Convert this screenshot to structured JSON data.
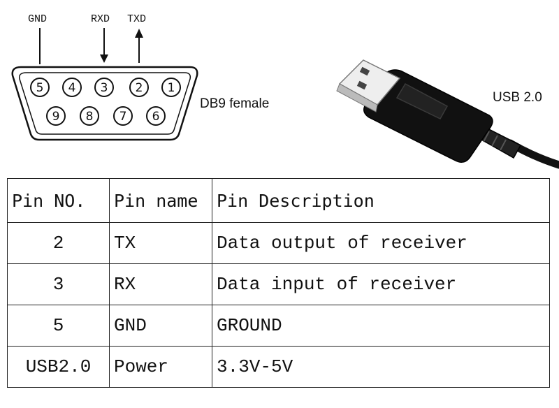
{
  "diagram": {
    "signals": {
      "gnd": "GND",
      "rxd": "RXD",
      "txd": "TXD"
    },
    "pins_top": [
      "5",
      "4",
      "3",
      "2",
      "1"
    ],
    "pins_bottom": [
      "9",
      "8",
      "7",
      "6"
    ],
    "db9_label": "DB9 female",
    "usb_label": "USB 2.0"
  },
  "table": {
    "headers": [
      "Pin NO.",
      "Pin name",
      "Pin Description"
    ],
    "rows": [
      {
        "no": "2",
        "name": "TX",
        "desc": "Data output of receiver"
      },
      {
        "no": "3",
        "name": "RX",
        "desc": "Data input of receiver"
      },
      {
        "no": "5",
        "name": "GND",
        "desc": "GROUND"
      },
      {
        "no": "USB2.0",
        "name": "Power",
        "desc": "3.3V-5V"
      }
    ]
  }
}
